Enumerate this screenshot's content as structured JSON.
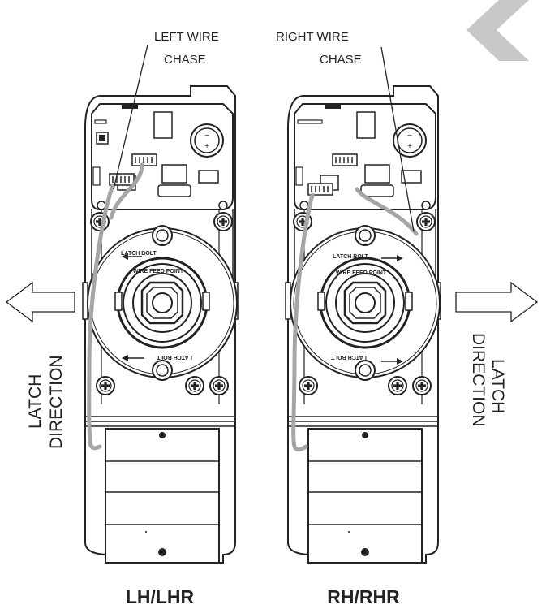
{
  "labels": {
    "left_wire_chase": [
      "LEFT WIRE",
      "CHASE"
    ],
    "right_wire_chase": [
      "RIGHT WIRE",
      "CHASE"
    ],
    "latch_direction_left": [
      "LATCH",
      "DIRECTION"
    ],
    "latch_direction_right": [
      "LATCH",
      "DIRECTION"
    ],
    "latch_bolt": "LATCH BOLT",
    "wire_feed_point": "WIRE FEED POINT"
  },
  "titles": {
    "left": "LH/LHR",
    "right": "RH/RHR"
  },
  "colors": {
    "line": "#222222",
    "wire": "#a6a6a6",
    "corner_chevron": "#c8c8c8"
  },
  "icons": {
    "corner": "back-chevron-icon",
    "left_arrow": "arrow-left-icon",
    "right_arrow": "arrow-right-icon",
    "screw": "phillips-screw-icon"
  }
}
